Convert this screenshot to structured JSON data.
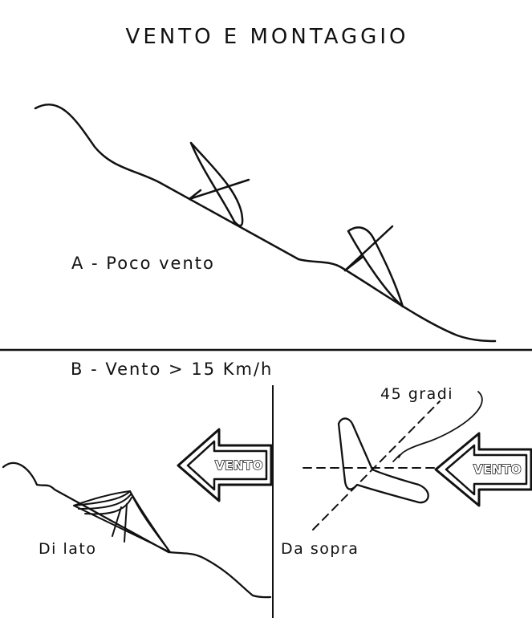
{
  "title": "VENTO E MONTAGGIO",
  "section_a": {
    "label": "A - Poco vento"
  },
  "section_b": {
    "label": "B - Vento > 15 Km/h",
    "side_view": {
      "label": "Di lato",
      "arrow_text": "VENTO"
    },
    "top_view": {
      "label": "Da sopra",
      "angle_label": "45 gradi",
      "arrow_text": "VENTO"
    }
  },
  "colors": {
    "ink": "#111111",
    "background": "#ffffff"
  }
}
